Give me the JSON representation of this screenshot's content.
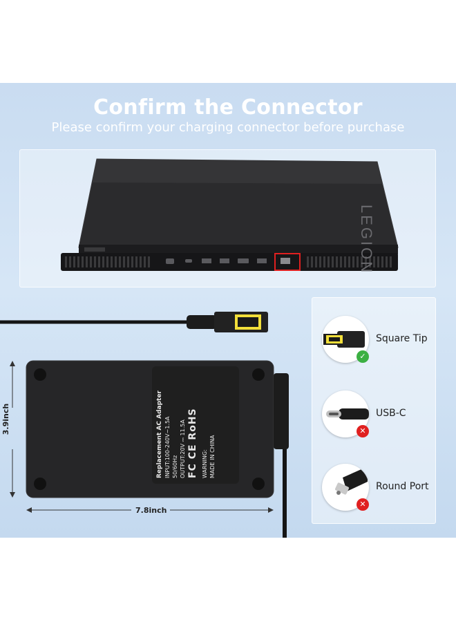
{
  "header": {
    "title": "Confirm the Connector",
    "subtitle": "Please confirm your charging connector before purchase"
  },
  "laptop": {
    "brand": "LEGION"
  },
  "connectors": [
    {
      "label": "Square Tip",
      "status": "✓",
      "compatible": true,
      "icon": "square-tip-icon"
    },
    {
      "label": "USB-C",
      "status": "✕",
      "compatible": false,
      "icon": "usb-c-icon"
    },
    {
      "label": "Round Port",
      "status": "✕",
      "compatible": false,
      "icon": "round-port-icon"
    }
  ],
  "adapter": {
    "label_title": "Replacement AC Adapter",
    "input": "INPUT:100-240V~1.5A",
    "frequency": "50/60Hz",
    "output": "OUTPUT:20V ⎓ 11.5A",
    "marks": "FC  CE  RoHS",
    "warning": "WARNING:",
    "made_in": "MADE IN CHINA"
  },
  "dimensions": {
    "width": "7.8inch",
    "height": "3.9inch"
  },
  "colors": {
    "panel": "#cfe0f3",
    "highlight_box": "#e02020",
    "connector_tip": "#f2df3a",
    "ok": "#3cb043",
    "no": "#e02020"
  }
}
